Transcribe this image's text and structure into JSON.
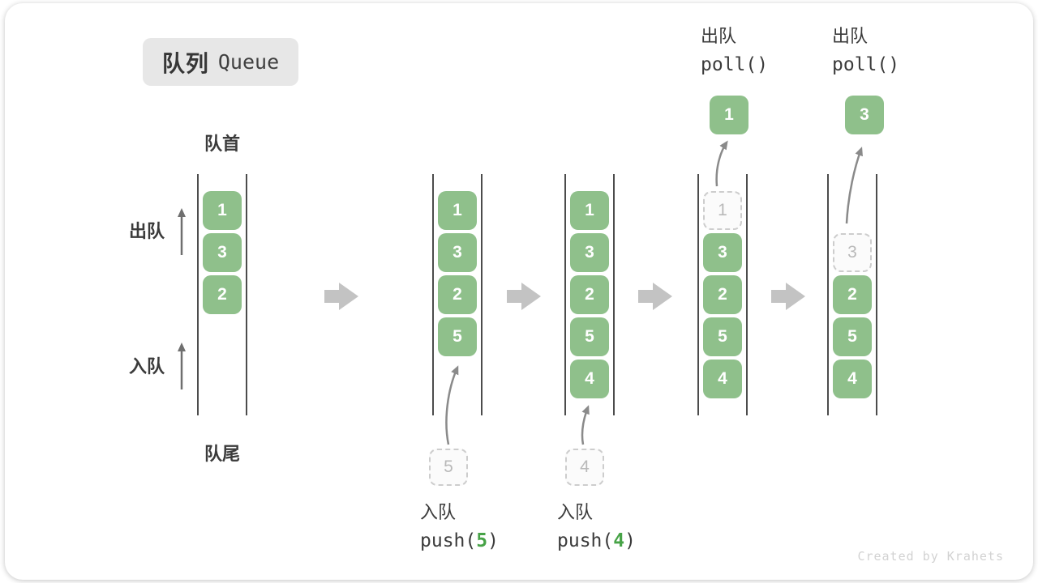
{
  "title": {
    "zh": "队列",
    "en": "Queue"
  },
  "side_labels": {
    "front": "队首",
    "rear": "队尾",
    "dequeue": "出队",
    "enqueue": "入队"
  },
  "colors": {
    "item_green": "#8fc08b",
    "item_text": "#ffffff",
    "accent_green": "#47a347",
    "dashed_border": "#cdcdcd",
    "dashed_text": "#b9b9b9",
    "channel_line": "#4c4c4c",
    "label_text": "#3b3b3b",
    "block_arrow": "#c3c3c3",
    "curve_arrow": "#8a8a8a",
    "title_bg": "#e7e7e7",
    "watermark_text": "#d2d2d2"
  },
  "states": [
    {
      "name": "state-1-initial",
      "cells": [
        {
          "slot": 0,
          "value": "1",
          "style": "filled"
        },
        {
          "slot": 1,
          "value": "3",
          "style": "filled"
        },
        {
          "slot": 2,
          "value": "2",
          "style": "filled"
        }
      ]
    },
    {
      "name": "state-2-push-5",
      "cells": [
        {
          "slot": 0,
          "value": "1",
          "style": "filled"
        },
        {
          "slot": 1,
          "value": "3",
          "style": "filled"
        },
        {
          "slot": 2,
          "value": "2",
          "style": "filled"
        },
        {
          "slot": 3,
          "value": "5",
          "style": "filled"
        }
      ],
      "incoming": "5",
      "op": {
        "zh": "入队",
        "code": [
          {
            "text": "push(",
            "accent": false
          },
          {
            "text": "5",
            "accent": true
          },
          {
            "text": ")",
            "accent": false
          }
        ]
      }
    },
    {
      "name": "state-3-push-4",
      "cells": [
        {
          "slot": 0,
          "value": "1",
          "style": "filled"
        },
        {
          "slot": 1,
          "value": "3",
          "style": "filled"
        },
        {
          "slot": 2,
          "value": "2",
          "style": "filled"
        },
        {
          "slot": 3,
          "value": "5",
          "style": "filled"
        },
        {
          "slot": 4,
          "value": "4",
          "style": "filled"
        }
      ],
      "incoming": "4",
      "op": {
        "zh": "入队",
        "code": [
          {
            "text": "push(",
            "accent": false
          },
          {
            "text": "4",
            "accent": true
          },
          {
            "text": ")",
            "accent": false
          }
        ]
      }
    },
    {
      "name": "state-4-poll-1",
      "cells": [
        {
          "slot": 0,
          "value": "1",
          "style": "dashed"
        },
        {
          "slot": 1,
          "value": "3",
          "style": "filled"
        },
        {
          "slot": 2,
          "value": "2",
          "style": "filled"
        },
        {
          "slot": 3,
          "value": "5",
          "style": "filled"
        },
        {
          "slot": 4,
          "value": "4",
          "style": "filled"
        }
      ],
      "outgoing": "1",
      "op": {
        "zh": "出队",
        "code": [
          {
            "text": "poll()",
            "accent": false
          }
        ]
      }
    },
    {
      "name": "state-5-poll-3",
      "cells": [
        {
          "slot": 1,
          "value": "3",
          "style": "dashed"
        },
        {
          "slot": 2,
          "value": "2",
          "style": "filled"
        },
        {
          "slot": 3,
          "value": "5",
          "style": "filled"
        },
        {
          "slot": 4,
          "value": "4",
          "style": "filled"
        }
      ],
      "outgoing": "3",
      "op": {
        "zh": "出队",
        "code": [
          {
            "text": "poll()",
            "accent": false
          }
        ]
      }
    }
  ],
  "watermark": "Created by Krahets"
}
